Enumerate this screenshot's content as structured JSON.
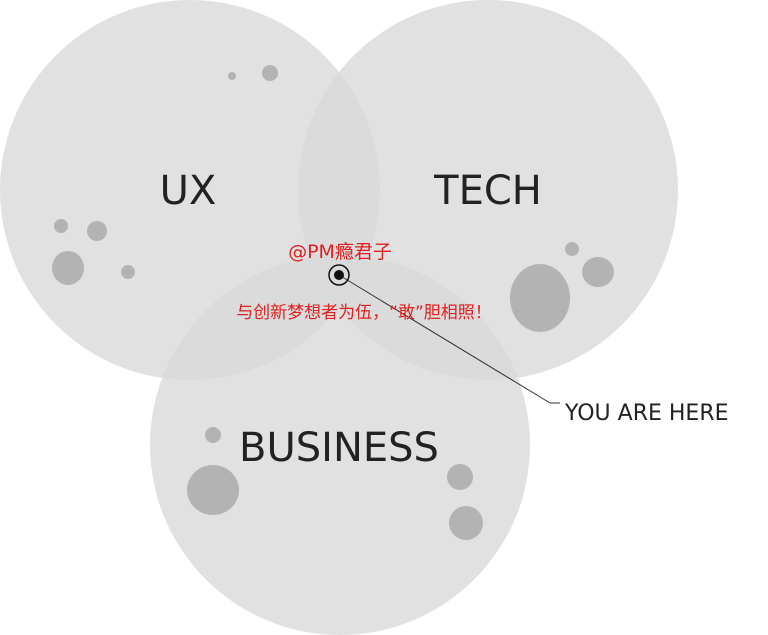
{
  "diagram": {
    "circles": [
      {
        "id": "ux",
        "label": "UX"
      },
      {
        "id": "tech",
        "label": "TECH"
      },
      {
        "id": "business",
        "label": "BUSINESS"
      }
    ],
    "pointer_label": "YOU ARE HERE",
    "watermark": {
      "handle": "@PM瘾君子",
      "slogan": "与创新梦想者为伍，“敢”胆相照！",
      "color": "#e02020"
    },
    "colors": {
      "circle_fill": "#d9d9d9",
      "crater": "#b3b3b3",
      "text": "#222222",
      "marker": "#111111"
    }
  }
}
